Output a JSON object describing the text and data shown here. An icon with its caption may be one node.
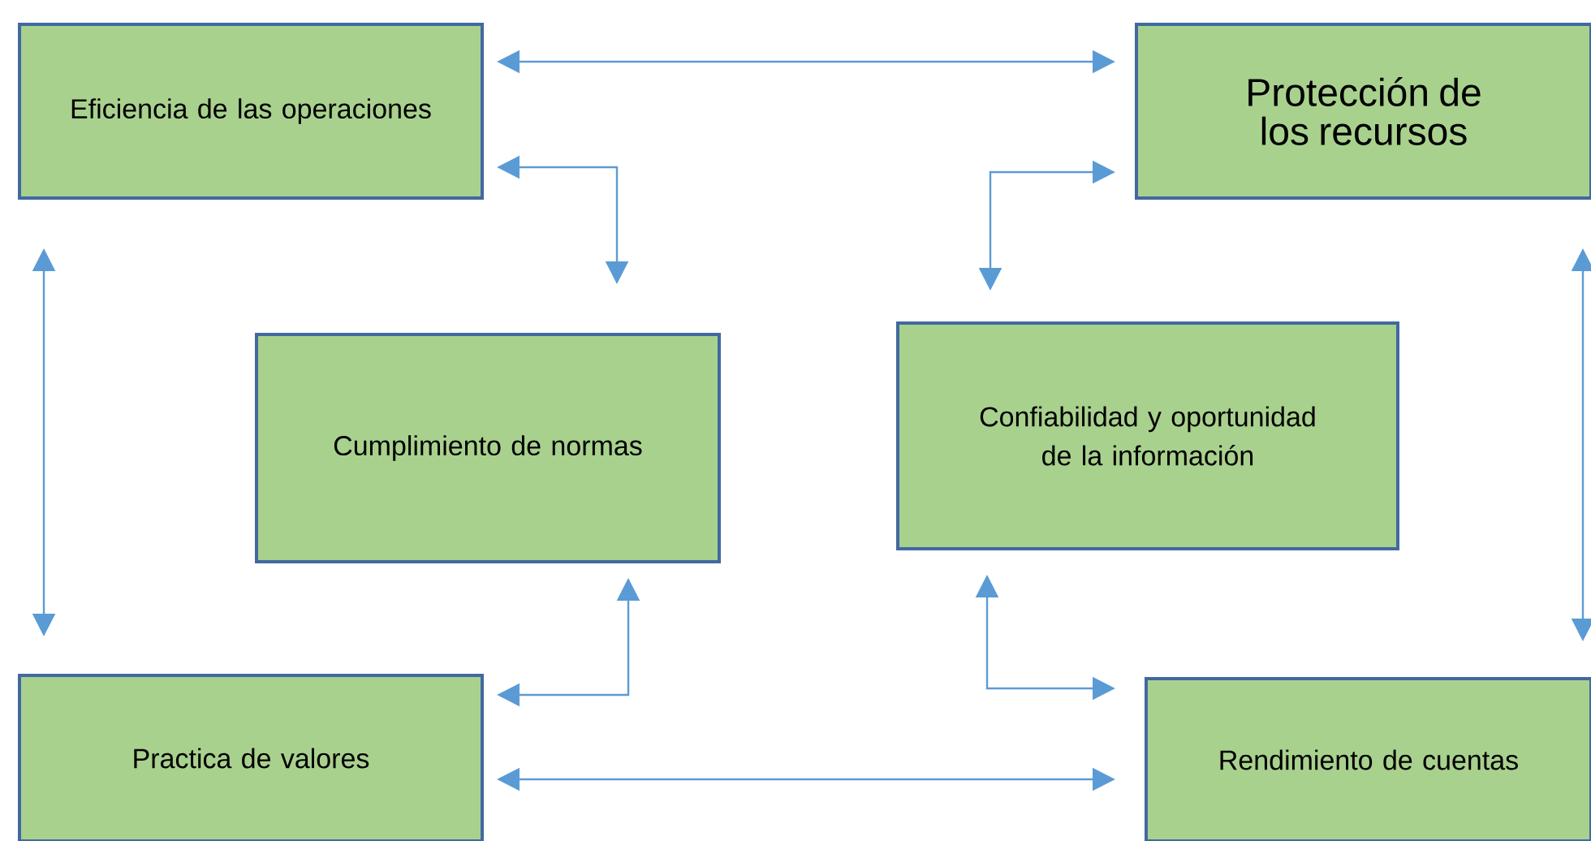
{
  "diagram": {
    "nodes": [
      {
        "text": [
          "Eficiencia de las operaciones"
        ]
      },
      {
        "text": [
          "Protección de los recursos"
        ]
      },
      {
        "text": [
          "Cumplimiento de normas"
        ]
      },
      {
        "text": [
          "Confiabilidad y oportunidad de la información"
        ]
      },
      {
        "text": [
          "Practica de valores"
        ]
      },
      {
        "text": [
          "Rendimiento de cuentas"
        ]
      }
    ],
    "edges": [
      {
        "from": 0,
        "to": 1,
        "arrow": "both"
      },
      {
        "from": 0,
        "to": 2,
        "arrow": "both"
      },
      {
        "from": 1,
        "to": 3,
        "arrow": "both"
      },
      {
        "from": 0,
        "to": 4,
        "arrow": "both"
      },
      {
        "from": 1,
        "to": 5,
        "arrow": "both"
      },
      {
        "from": 2,
        "to": 4,
        "arrow": "both"
      },
      {
        "from": 3,
        "to": 5,
        "arrow": "both"
      },
      {
        "from": 4,
        "to": 5,
        "arrow": "both"
      }
    ]
  }
}
